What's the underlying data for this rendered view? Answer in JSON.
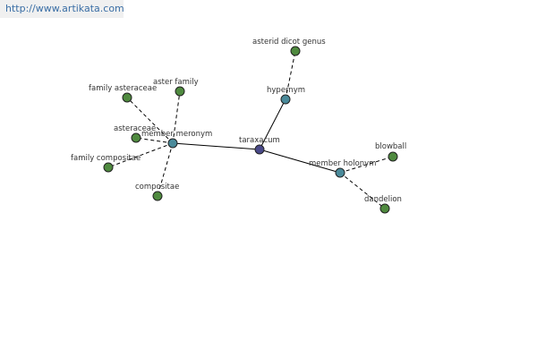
{
  "banner": {
    "url_text": "http://www.artikata.com"
  },
  "colors": {
    "center_node": "#4a4a8a",
    "relation_node": "#4a8a9a",
    "leaf_node": "#4f8a3f",
    "node_border": "#222222",
    "edge": "#000000",
    "label": "#333333",
    "banner_bg": "#f0f0f0",
    "banner_text": "#3a6ea5"
  },
  "graph": {
    "nodes": [
      {
        "id": "taraxacum",
        "label": "taraxacum",
        "kind": "center"
      },
      {
        "id": "member-meronym",
        "label": "member meronym",
        "kind": "relation"
      },
      {
        "id": "hypernym",
        "label": "hypernym",
        "kind": "relation"
      },
      {
        "id": "member-holonym",
        "label": "member holonym",
        "kind": "relation"
      },
      {
        "id": "asterid-dicot-genus",
        "label": "asterid dicot genus",
        "kind": "leaf"
      },
      {
        "id": "family-asteraceae",
        "label": "family asteraceae",
        "kind": "leaf"
      },
      {
        "id": "aster-family",
        "label": "aster family",
        "kind": "leaf"
      },
      {
        "id": "asteraceae",
        "label": "asteraceae",
        "kind": "leaf"
      },
      {
        "id": "family-compositae",
        "label": "family compositae",
        "kind": "leaf"
      },
      {
        "id": "compositae",
        "label": "compositae",
        "kind": "leaf"
      },
      {
        "id": "blowball",
        "label": "blowball",
        "kind": "leaf"
      },
      {
        "id": "dandelion",
        "label": "dandelion",
        "kind": "leaf"
      }
    ],
    "edges": [
      {
        "from": "taraxacum",
        "to": "member-meronym",
        "style": "solid"
      },
      {
        "from": "taraxacum",
        "to": "hypernym",
        "style": "solid"
      },
      {
        "from": "taraxacum",
        "to": "member-holonym",
        "style": "solid"
      },
      {
        "from": "hypernym",
        "to": "asterid-dicot-genus",
        "style": "dashed"
      },
      {
        "from": "member-meronym",
        "to": "family-asteraceae",
        "style": "dashed"
      },
      {
        "from": "member-meronym",
        "to": "aster-family",
        "style": "dashed"
      },
      {
        "from": "member-meronym",
        "to": "asteraceae",
        "style": "dashed"
      },
      {
        "from": "member-meronym",
        "to": "family-compositae",
        "style": "dashed"
      },
      {
        "from": "member-meronym",
        "to": "compositae",
        "style": "dashed"
      },
      {
        "from": "member-holonym",
        "to": "blowball",
        "style": "dashed"
      },
      {
        "from": "member-holonym",
        "to": "dandelion",
        "style": "dashed"
      }
    ]
  }
}
